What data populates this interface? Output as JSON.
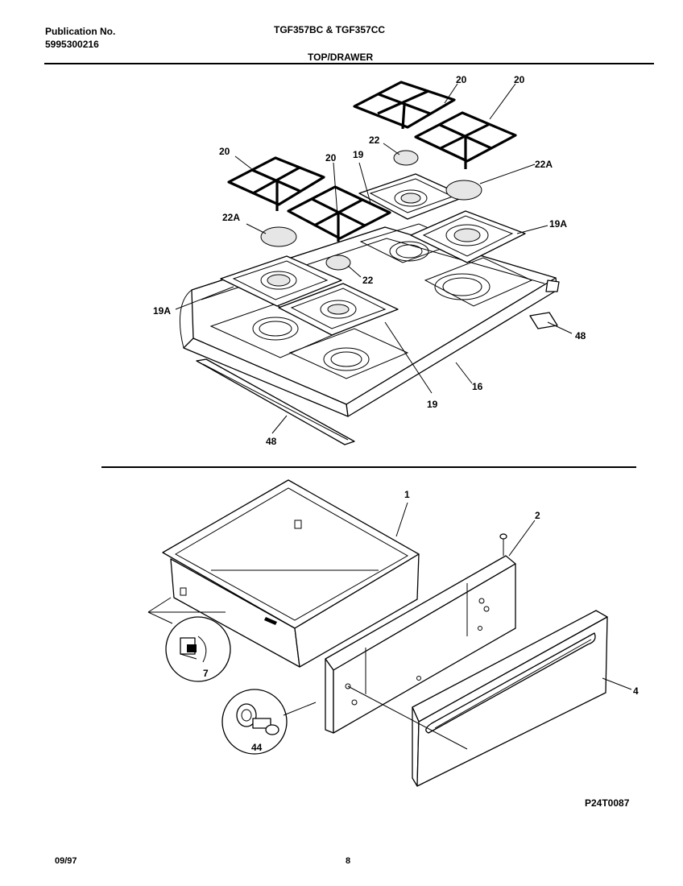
{
  "header": {
    "publication_label": "Publication No.",
    "publication_number": "5995300216",
    "models": "TGF357BC & TGF357CC",
    "section": "TOP/DRAWER"
  },
  "callouts": {
    "grate_a": "20",
    "grate_b": "20",
    "grate_c": "20",
    "grate_d": "20",
    "cap_back": "22",
    "cap_front": "22",
    "cap_large_right": "22A",
    "cap_large_left": "22A",
    "burner_pan_top": "19",
    "burner_pan_bottom": "19",
    "burner_frame_right": "19A",
    "burner_frame_left": "19A",
    "trim_right": "48",
    "trim_bottom": "48",
    "cooktop": "16",
    "drawer": "1",
    "drawer_panel": "2",
    "drawer_front": "4",
    "drawer_slide": "7",
    "drawer_stop": "44"
  },
  "footer": {
    "drawing_code": "P24T0087",
    "date": "09/97",
    "page": "8"
  }
}
